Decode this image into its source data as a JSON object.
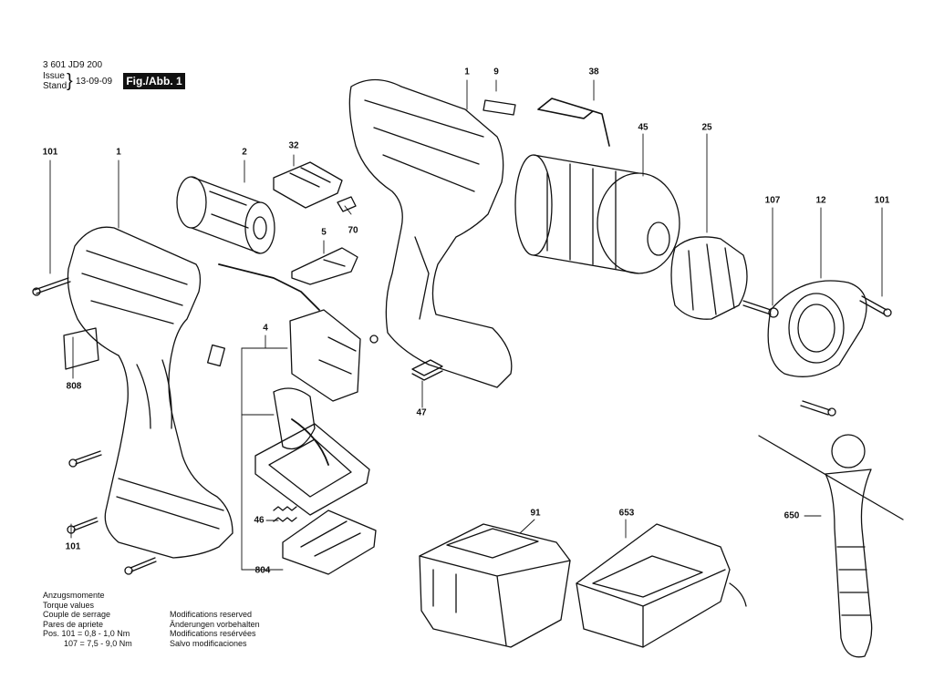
{
  "header": {
    "part_number": "3 601 JD9 200",
    "issue_label": "Issue",
    "stand_label": "Stand",
    "date": "13-09-09",
    "figure": "Fig./Abb. 1"
  },
  "callouts": {
    "c101a": "101",
    "c1a": "1",
    "c2": "2",
    "c32": "32",
    "c70": "70",
    "c5": "5",
    "c4": "4",
    "c808": "808",
    "c101b": "101",
    "c46": "46",
    "c804": "804",
    "c1b": "1",
    "c9": "9",
    "c38": "38",
    "c45": "45",
    "c25": "25",
    "c107": "107",
    "c12": "12",
    "c101c": "101",
    "c47": "47",
    "c91": "91",
    "c653": "653",
    "c650": "650"
  },
  "torque_notes": {
    "line1": "Anzugsmomente",
    "line2": "Torque values",
    "line3": "Couple de serrage",
    "line4": "Pares de apriete",
    "pos_line1": "Pos.  101 = 0,8 - 1,0 Nm",
    "pos_line2": "107 = 7,5 - 9,0 Nm"
  },
  "modification_notes": {
    "line1": "Modifications reserved",
    "line2": "Änderungen vorbehalten",
    "line3": "Modifications resérvées",
    "line4": "Salvo modificaciones"
  }
}
